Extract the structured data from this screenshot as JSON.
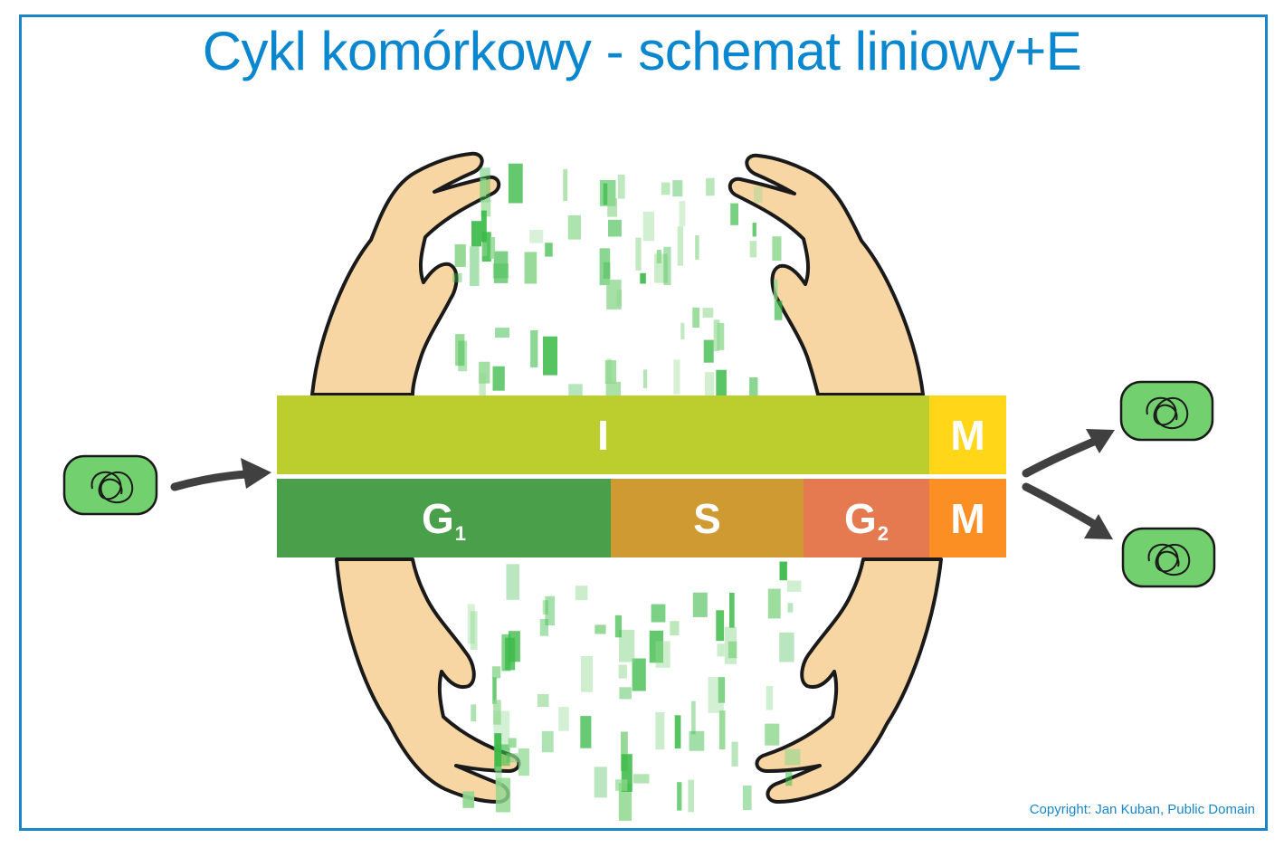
{
  "title": "Cykl komórkowy - schemat liniowy+E",
  "copyright": "Copyright: Jan Kuban, Public Domain",
  "top_row": [
    {
      "label": "I",
      "color": "#bccd2e"
    },
    {
      "label": "M",
      "color": "#ffd618"
    }
  ],
  "bottom_row": [
    {
      "label": "G",
      "sub": "1",
      "color": "#4a9f4a"
    },
    {
      "label": "S",
      "color": "#cf9a31"
    },
    {
      "label": "G",
      "sub": "2",
      "color": "#e57a50"
    },
    {
      "label": "M",
      "color": "#fb8f23"
    }
  ],
  "colors": {
    "frame": "#1a86c8",
    "title": "#0a87cf",
    "cell_fill": "#72d06e",
    "arrow": "#404040",
    "skin": "#f7d6a4"
  }
}
